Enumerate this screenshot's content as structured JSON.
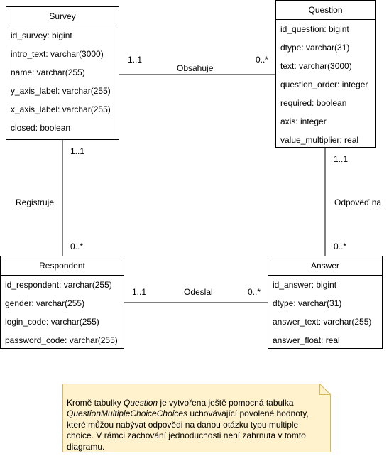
{
  "entities": {
    "survey": {
      "name": "Survey",
      "attributes": [
        "id_survey: bigint",
        "intro_text: varchar(3000)",
        "name: varchar(255)",
        "y_axis_label: varchar(255)",
        "x_axis_label: varchar(255)",
        "closed: boolean"
      ]
    },
    "question": {
      "name": "Question",
      "attributes": [
        "id_question: bigint",
        "dtype: varchar(31)",
        "text: varchar(3000)",
        "question_order: integer",
        "required: boolean",
        "axis: integer",
        "value_multiplier: real"
      ]
    },
    "respondent": {
      "name": "Respondent",
      "attributes": [
        "id_respondent: varchar(255)",
        "gender: varchar(255)",
        "login_code: varchar(255)",
        "password_code: varchar(255)"
      ]
    },
    "answer": {
      "name": "Answer",
      "attributes": [
        "id_answer: bigint",
        "dtype: varchar(31)",
        "answer_text: varchar(255)",
        "answer_float: real"
      ]
    }
  },
  "relations": {
    "obsahuje": {
      "label": "Obsahuje",
      "from_mult": "1..1",
      "to_mult": "0..*"
    },
    "registruje": {
      "label": "Registruje",
      "from_mult": "1..1",
      "to_mult": "0..*"
    },
    "odeslal": {
      "label": "Odeslal",
      "from_mult": "1..1",
      "to_mult": "0..*"
    },
    "odpoved_na": {
      "label": "Odpověď na",
      "from_mult": "1..1",
      "to_mult": "0..*"
    }
  },
  "note": {
    "segments": [
      {
        "text": "Kromě tabulky ",
        "italic": false
      },
      {
        "text": "Question",
        "italic": true
      },
      {
        "text": " je vytvořena ještě pomocná tabulka ",
        "italic": false
      },
      {
        "text": "QuestionMultipleChoiceChoices",
        "italic": true
      },
      {
        "text": " uchovávající povolené hodnoty, které můžou nabývat odpovědi na danou otázku typu multiple choice. V rámci zachování jednoduchosti není zahrnuta v tomto diagramu.",
        "italic": false
      }
    ],
    "fill": "#fff2cc",
    "stroke": "#d6b656"
  }
}
